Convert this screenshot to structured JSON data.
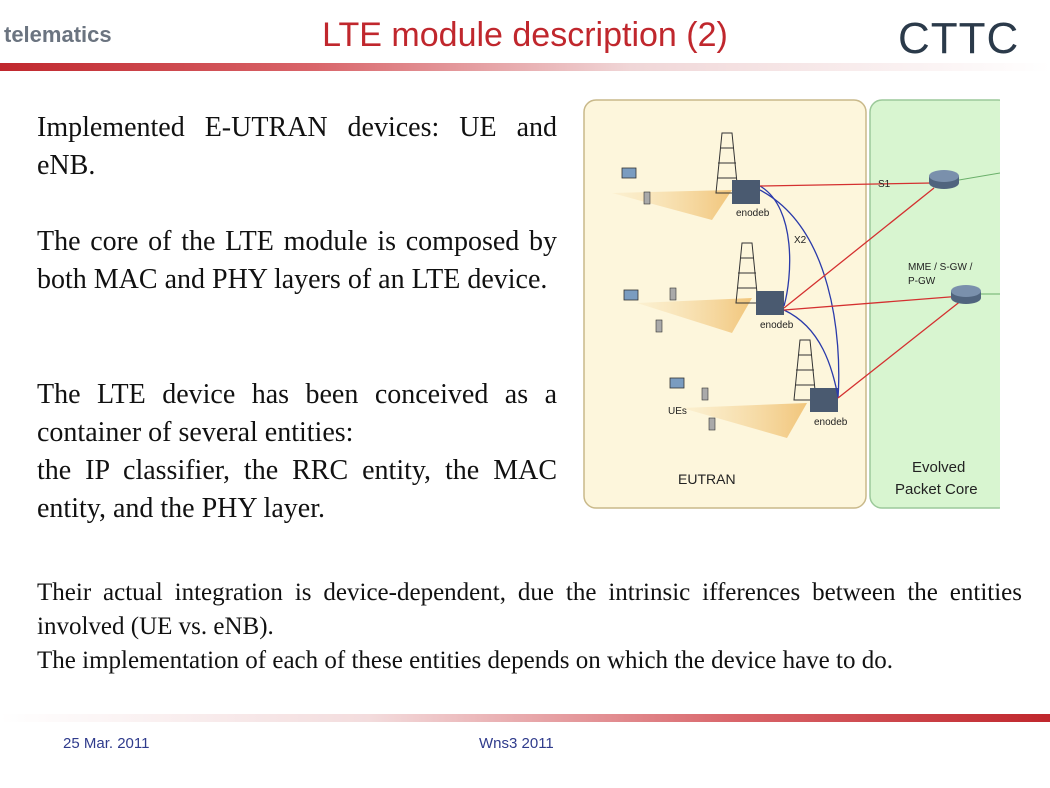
{
  "header": {
    "left_logo": "telematics",
    "title": "LTE module description (2)",
    "right_logo": "CTTC"
  },
  "content": {
    "paragraphs": [
      "Implemented E-UTRAN devices: UE and eNB.",
      "The core of the LTE module is composed by both MAC and PHY layers of an LTE device.",
      "The LTE device has been conceived as a container of several entities:",
      "the IP classifier, the RRC entity, the MAC entity, and the PHY layer."
    ],
    "bottom": [
      "Their actual integration is device-dependent, due the intrinsic ifferences between the entities involved (UE vs. eNB).",
      "The implementation of each of these entities depends on which the device have to do."
    ]
  },
  "diagram": {
    "eutran_label": "EUTRAN",
    "core_label_line1": "Evolved",
    "core_label_line2": "Packet Core",
    "enodeb_label": "enodeb",
    "ues_label": "UEs",
    "s1_label": "S1",
    "x2_label": "X2",
    "mme_label_line1": "MME / S-GW /",
    "mme_label_line2": "P-GW"
  },
  "footer": {
    "date": "25 Mar. 2011",
    "event": "Wns3 2011"
  }
}
